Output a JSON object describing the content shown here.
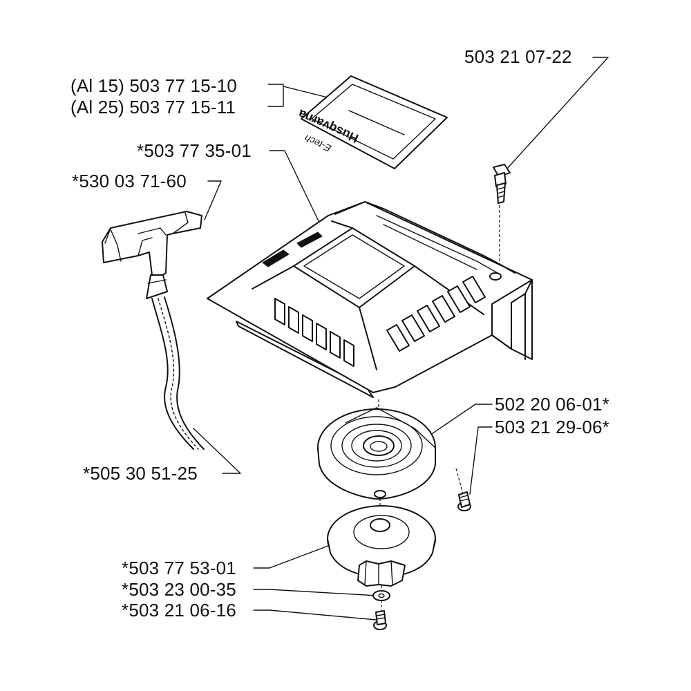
{
  "labels": {
    "screw_top": "503 21 07-22",
    "decal_al15": "(Al 15) 503 77 15-10",
    "decal_al25": "(Al 25) 503 77 15-11",
    "housing": "*503 77 35-01",
    "handle": "*530 03 71-60",
    "spring": "502 20 06-01*",
    "spring_screw": "503 21 29-06*",
    "rope": "*505 30 51-25",
    "pulley": "*503 77 53-01",
    "washer": "*503 23 00-35",
    "screw_bottom": "*503 21 06-16"
  },
  "decal_text": {
    "brand": "Husqvarna",
    "model": "E-tech"
  }
}
